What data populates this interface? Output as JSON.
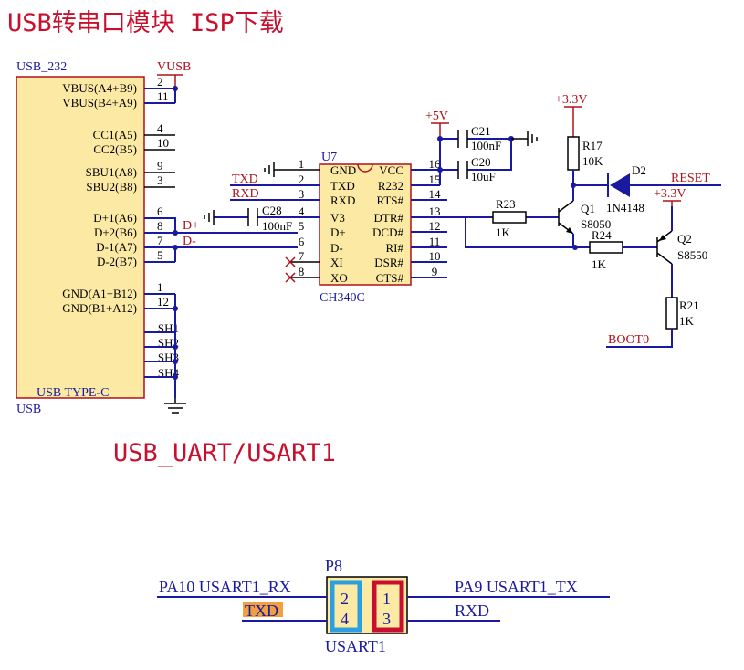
{
  "titles": {
    "top": "USB转串口模块  ISP下载",
    "bottom": "USB_UART/USART1"
  },
  "usb": {
    "ref": "USB_232",
    "part": "USB TYPE-C",
    "lib": "USB",
    "pins": [
      {
        "name": "VBUS(A4+B9)",
        "num": "2"
      },
      {
        "name": "VBUS(B4+A9)",
        "num": "11"
      },
      {
        "name": "CC1(A5)",
        "num": "4"
      },
      {
        "name": "CC2(B5)",
        "num": "10"
      },
      {
        "name": "SBU1(A8)",
        "num": "9"
      },
      {
        "name": "SBU2(B8)",
        "num": "3"
      },
      {
        "name": "D+1(A6)",
        "num": "6"
      },
      {
        "name": "D+2(B6)",
        "num": "8"
      },
      {
        "name": "D-1(A7)",
        "num": "7"
      },
      {
        "name": "D-2(B7)",
        "num": "5"
      },
      {
        "name": "GND(A1+B12)",
        "num": "1"
      },
      {
        "name": "GND(B1+A12)",
        "num": "12"
      },
      {
        "name": "SH1",
        "num": ""
      },
      {
        "name": "SH2",
        "num": ""
      },
      {
        "name": "SH3",
        "num": ""
      },
      {
        "name": "SH4",
        "num": ""
      }
    ]
  },
  "ch340": {
    "ref": "U7",
    "part": "CH340C",
    "left": [
      {
        "num": "1",
        "name": "GND"
      },
      {
        "num": "2",
        "name": "TXD"
      },
      {
        "num": "3",
        "name": "RXD"
      },
      {
        "num": "4",
        "name": "V3"
      },
      {
        "num": "5",
        "name": "D+"
      },
      {
        "num": "6",
        "name": "D-"
      },
      {
        "num": "7",
        "name": "XI"
      },
      {
        "num": "8",
        "name": "XO"
      }
    ],
    "right": [
      {
        "num": "16",
        "name": "VCC"
      },
      {
        "num": "15",
        "name": "R232"
      },
      {
        "num": "14",
        "name": "RTS#"
      },
      {
        "num": "13",
        "name": "DTR#"
      },
      {
        "num": "12",
        "name": "DCD#"
      },
      {
        "num": "11",
        "name": "RI#"
      },
      {
        "num": "10",
        "name": "DSR#"
      },
      {
        "num": "9",
        "name": "CTS#"
      }
    ]
  },
  "nets": {
    "vusb": "VUSB",
    "p5v": "+5V",
    "p33a": "+3.3V",
    "p33b": "+3.3V",
    "txd": "TXD",
    "rxd": "RXD",
    "dp": "D+",
    "dm": "D-",
    "reset": "RESET",
    "boot0": "BOOT0"
  },
  "parts": {
    "c21": {
      "ref": "C21",
      "val": "100nF"
    },
    "c20": {
      "ref": "C20",
      "val": "10uF"
    },
    "c28": {
      "ref": "C28",
      "val": "100nF"
    },
    "r23": {
      "ref": "R23",
      "val": "1K"
    },
    "r24": {
      "ref": "R24",
      "val": "1K"
    },
    "r17": {
      "ref": "R17",
      "val": "10K"
    },
    "r21": {
      "ref": "R21",
      "val": "1K"
    },
    "d2": {
      "ref": "D2",
      "val": "1N4148"
    },
    "q1": {
      "ref": "Q1",
      "val": "S8050"
    },
    "q2": {
      "ref": "Q2",
      "val": "S8550"
    }
  },
  "header": {
    "ref": "P8",
    "name": "USART1",
    "pins": [
      "2",
      "4",
      "1",
      "3"
    ],
    "left_top": "PA10 USART1_RX",
    "left_bottom": "TXD",
    "right_top": "PA9  USART1_TX",
    "right_bottom": "RXD"
  },
  "colors": {
    "wire": "#1a1aa0",
    "title": "#c8102e",
    "body": "#fbe9a4",
    "pinbox": "#c8102e",
    "pinbox2": "#2aa0e0"
  }
}
